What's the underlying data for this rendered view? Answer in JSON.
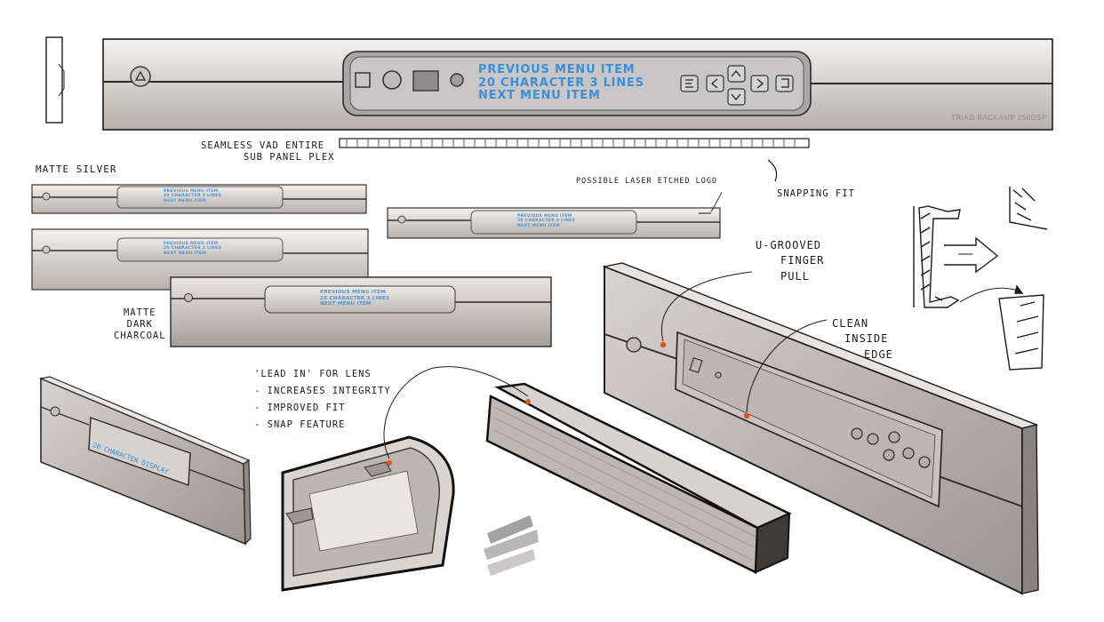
{
  "main_panel": {
    "display_lines": [
      "PREVIOUS MENU ITEM",
      "20 CHARACTER 3 LINES",
      "NEXT MENU ITEM"
    ],
    "model_label": "TRIAD RACKAMP 250DSP"
  },
  "notes": {
    "subpanel": [
      "SEAMLESS VAD ENTIRE",
      "SUB PANEL PLEX"
    ],
    "matte_silver": "MATTE SILVER",
    "matte_dark_charcoal": [
      "MATTE",
      "DARK",
      "CHARCOAL"
    ],
    "laser_logo": "POSSIBLE LASER ETCHED LOGO",
    "snapping_fit": "SNAPPING FIT",
    "finger_pull": [
      "U-GROOVED",
      "FINGER",
      "PULL"
    ],
    "clean_edge": [
      "CLEAN",
      "INSIDE",
      "EDGE"
    ],
    "lead_in": [
      "'LEAD IN' FOR LENS",
      "- INCREASES INTEGRITY",
      "- IMPROVED FIT",
      "- SNAP FEATURE"
    ]
  },
  "small_panels": {
    "display_lines": [
      "PREVIOUS MENU ITEM",
      "20 CHARACTER 3 LINES",
      "NEXT MENU ITEM"
    ]
  },
  "perspective_lens_text": "20 CHARACTER DISPLAY",
  "colors": {
    "lcd_blue": "#3d8ed6",
    "ink": "#1c1c1c",
    "silver": "#d9d6d3",
    "charcoal": "#9a9592",
    "accent_orange": "#e2541b"
  }
}
